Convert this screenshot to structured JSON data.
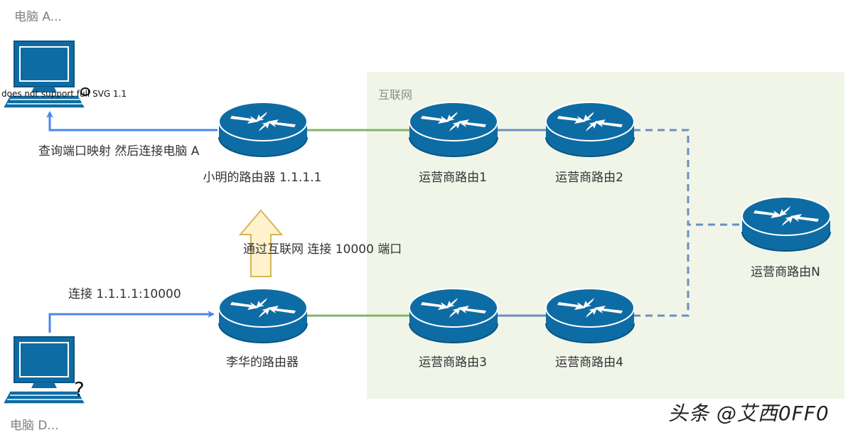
{
  "colors": {
    "router_fill": "#0e6ca4",
    "router_dark": "#0a5582",
    "internet_bg": "#f0f5e8",
    "link_green": "#82b366",
    "link_blue": "#6c8ebf",
    "arrow_blue": "#4a86e8",
    "big_arrow_fill": "#fff2cc",
    "big_arrow_stroke": "#d6b656"
  },
  "diagram": {
    "region_label": "互联网",
    "computer_a": {
      "label": "电脑 A...",
      "badge": "does not support full SVG 1.1",
      "icon": "computer-icon"
    },
    "computer_d": {
      "label": "电脑 D...",
      "icon": "computer-icon",
      "mark": "?"
    },
    "routers": {
      "xiaoming": "小明的路由器 1.1.1.1",
      "lihua": "李华的路由器",
      "isp1": "运营商路由1",
      "isp2": "运营商路由2",
      "isp3": "运营商路由3",
      "isp4": "运营商路由4",
      "ispn": "运营商路由N"
    },
    "edges": {
      "query_mapping": "查询端口映射 然后连接电脑 A",
      "connect_port": "连接 1.1.1.1:10000",
      "via_internet": "通过互联网 连接 10000 端口"
    },
    "watermark": "头条 @艾西0FF0"
  }
}
